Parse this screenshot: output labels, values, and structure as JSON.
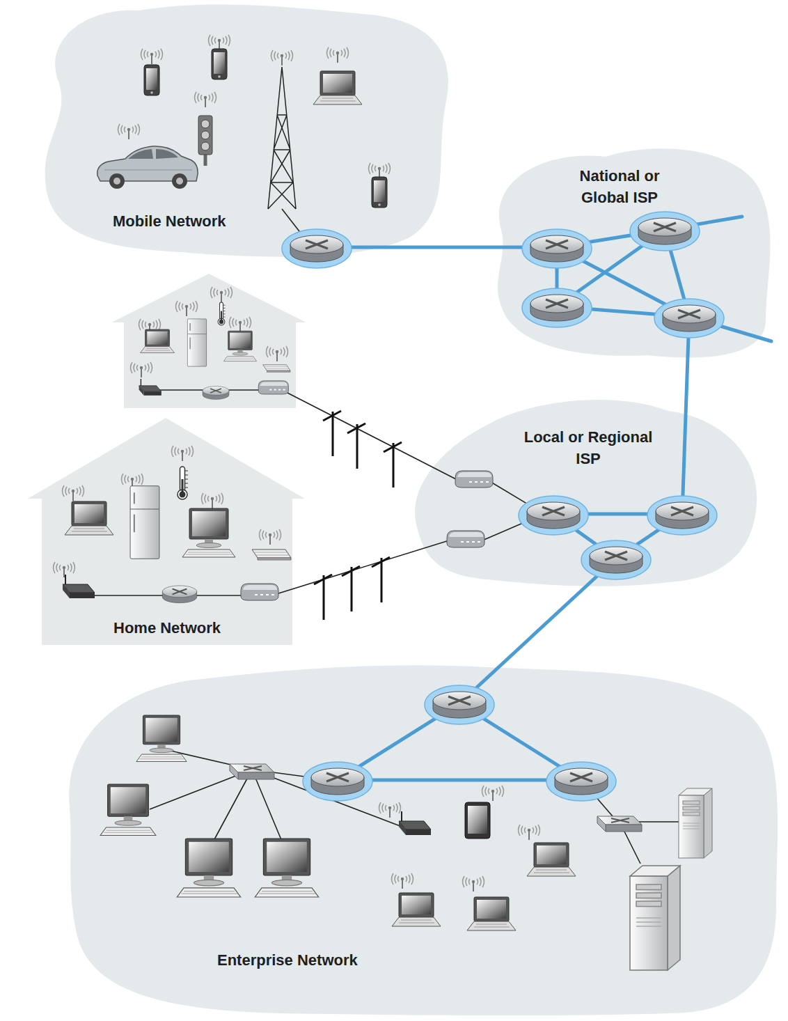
{
  "diagram": {
    "nodes": [
      {
        "text": [
          "Mobile Network"
        ]
      },
      {
        "text": [
          "National or Global ISP"
        ]
      },
      {
        "text": [
          "Local or Regional ISP"
        ]
      },
      {
        "text": [
          "Home Network"
        ]
      },
      {
        "text": [
          "Enterprise Network"
        ]
      }
    ],
    "edges": [
      {
        "from": 0,
        "to": 1,
        "arrow": "none"
      },
      {
        "from": 1,
        "to": 2,
        "arrow": "none"
      },
      {
        "from": 3,
        "to": 2,
        "arrow": "none"
      },
      {
        "from": 2,
        "to": 4,
        "arrow": "none"
      }
    ]
  }
}
